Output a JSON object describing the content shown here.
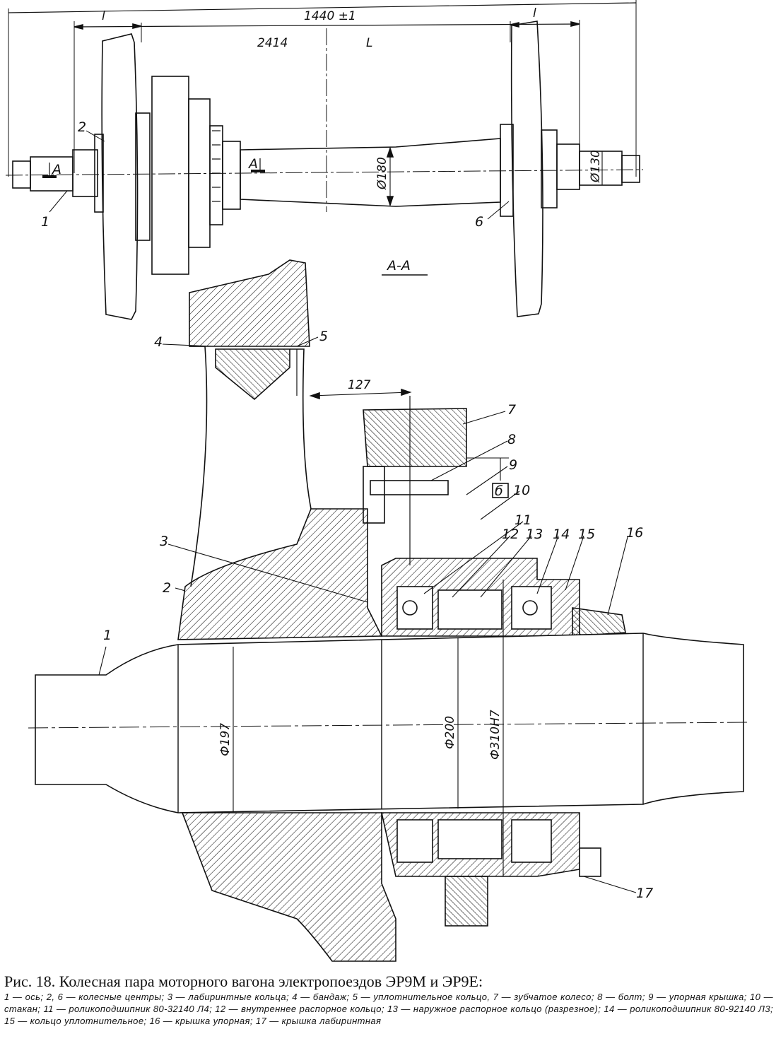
{
  "top_view": {
    "dimensions": {
      "gauge": "1440 ±1",
      "total_length": "2414",
      "length_symbol": "L",
      "offset_left": "l",
      "offset_right": "l",
      "axle_diameter": "Ø180",
      "journal_diameter": "Ø130"
    },
    "section_marks": [
      "А",
      "А"
    ],
    "parts": [
      "1",
      "2",
      "6"
    ]
  },
  "section_view": {
    "title": "А-А",
    "dimensions": {
      "offset": "127",
      "d197": "Ф197",
      "d200": "Ф200",
      "d310": "Ф310Н7"
    },
    "callouts": [
      "1",
      "2",
      "3",
      "4",
      "5",
      "7",
      "8",
      "9",
      "10",
      "11",
      "12",
      "13",
      "14",
      "15",
      "16",
      "17"
    ],
    "surface_mark": "б"
  },
  "caption": {
    "title": "Рис. 18. Колесная пара моторного вагона электропоездов ЭР9М и ЭР9Е:",
    "legend": "1 — ось; 2, 6 — колесные центры; 3 — лабиринтные кольца; 4 — бандаж; 5 — уплотнительное кольцо, 7 — зубчатое колесо; 8 — болт; 9 — упорная крышка; 10 — стакан; 11 — роликоподшипник 80-32140 Л4; 12 — внутреннее распорное кольцо; 13 — наружное распорное кольцо (разрезное); 14 — роликоподшипник 80-92140 Л3; 15 — кольцо уплотнительное; 16 — крышка упорная; 17 — крышка лабиринтная"
  }
}
